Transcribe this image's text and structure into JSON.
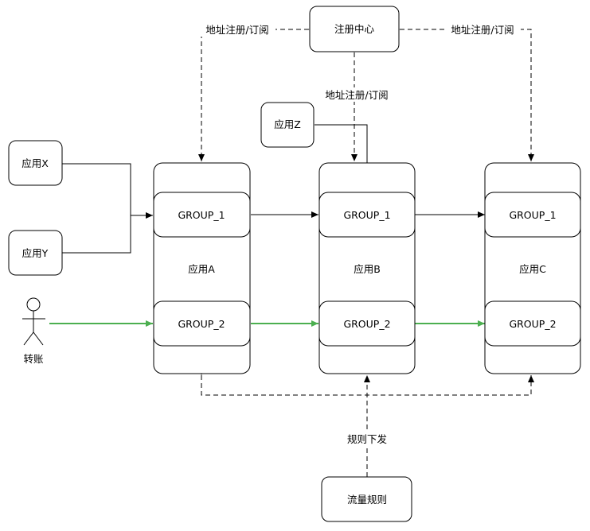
{
  "nodes": {
    "registry": "注册中心",
    "app_x": "应用X",
    "app_y": "应用Y",
    "app_z": "应用Z",
    "app_a": "应用A",
    "app_b": "应用B",
    "app_c": "应用C",
    "group_1": "GROUP_1",
    "group_2": "GROUP_2",
    "transfer": "转账",
    "traffic_rules": "流量规则"
  },
  "edges": {
    "addr_reg_sub": "地址注册/订阅",
    "rules_dispatch": "规则下发"
  },
  "colors": {
    "green_flow": "#4caf50",
    "line": "#000000"
  }
}
